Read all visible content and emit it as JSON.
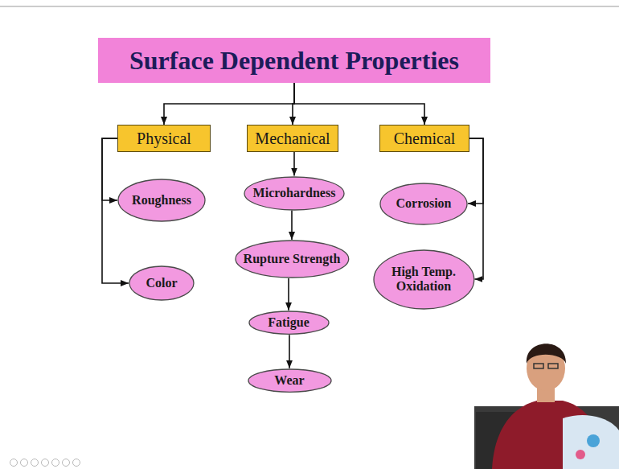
{
  "diagram": {
    "nodes": [
      {
        "text": [
          "Surface Dependent Properties"
        ]
      },
      {
        "text": [
          "Physical"
        ]
      },
      {
        "text": [
          "Mechanical"
        ]
      },
      {
        "text": [
          "Chemical"
        ]
      },
      {
        "text": [
          "Roughness"
        ]
      },
      {
        "text": [
          "Color"
        ]
      },
      {
        "text": [
          "Microhardness"
        ]
      },
      {
        "text": [
          "Rupture Strength"
        ]
      },
      {
        "text": [
          "Fatigue"
        ]
      },
      {
        "text": [
          "Wear"
        ]
      },
      {
        "text": [
          "Corrosion"
        ]
      },
      {
        "text": [
          "High Temp. Oxidation"
        ]
      }
    ],
    "edges": [
      {
        "from": 0,
        "to": 1,
        "arrow": "to"
      },
      {
        "from": 0,
        "to": 2,
        "arrow": "to"
      },
      {
        "from": 0,
        "to": 3,
        "arrow": "to"
      },
      {
        "from": 1,
        "to": 4,
        "arrow": "to"
      },
      {
        "from": 1,
        "to": 5,
        "arrow": "to"
      },
      {
        "from": 2,
        "to": 6,
        "arrow": "to"
      },
      {
        "from": 6,
        "to": 7,
        "arrow": "to"
      },
      {
        "from": 7,
        "to": 8,
        "arrow": "to"
      },
      {
        "from": 8,
        "to": 9,
        "arrow": "to"
      },
      {
        "from": 3,
        "to": 10,
        "arrow": "to"
      },
      {
        "from": 3,
        "to": 11,
        "arrow": "to"
      }
    ]
  }
}
